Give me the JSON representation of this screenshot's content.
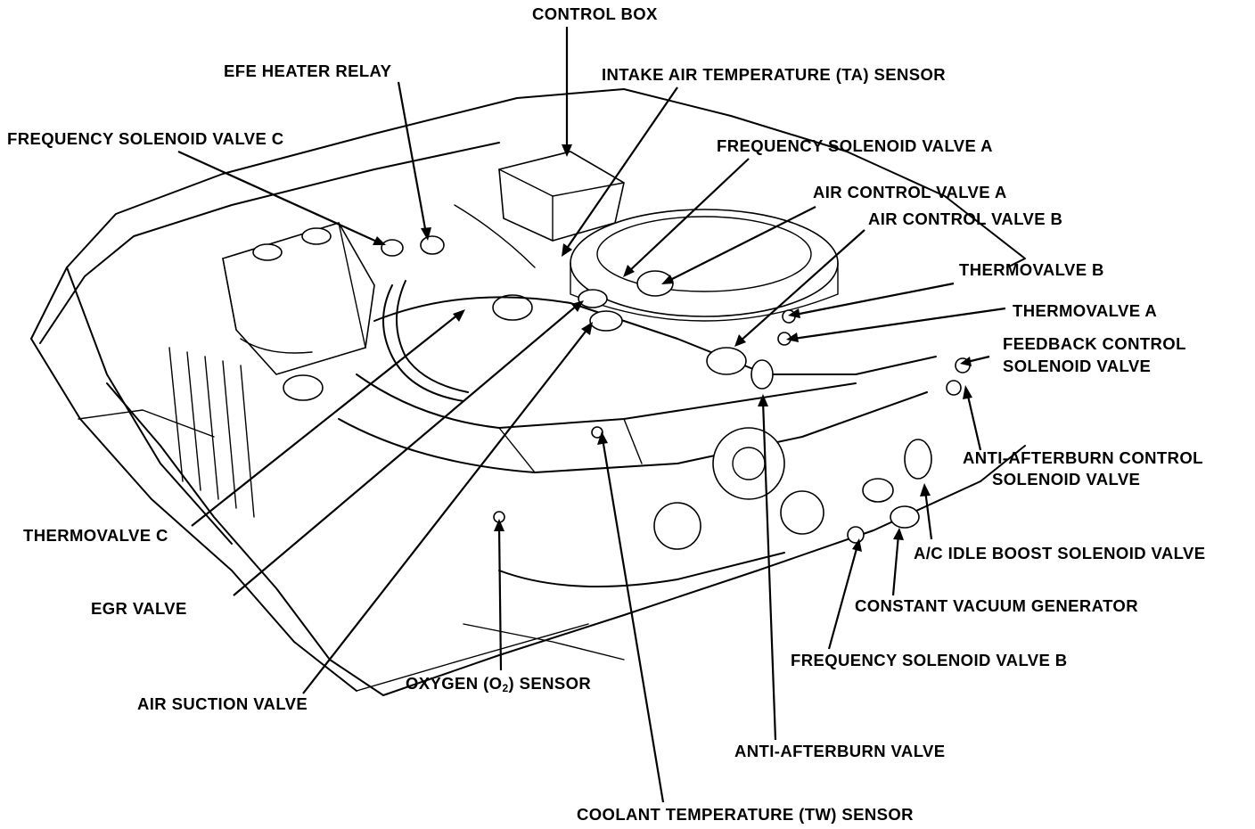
{
  "labels": {
    "control_box": "CONTROL BOX",
    "intake_air_temp_sensor": "INTAKE AIR TEMPERATURE (TA) SENSOR",
    "efe_heater_relay": "EFE HEATER RELAY",
    "frequency_solenoid_valve_c": "FREQUENCY SOLENOID VALVE C",
    "frequency_solenoid_valve_a": "FREQUENCY SOLENOID VALVE A",
    "air_control_valve_a": "AIR CONTROL VALVE A",
    "air_control_valve_b": "AIR CONTROL VALVE B",
    "thermovalve_b": "THERMOVALVE B",
    "thermovalve_a": "THERMOVALVE A",
    "feedback_control_line1": "FEEDBACK CONTROL",
    "feedback_control_line2": "SOLENOID VALVE",
    "anti_afterburn_control_line1": "ANTI-AFTERBURN CONTROL",
    "anti_afterburn_control_line2": "SOLENOID VALVE",
    "ac_idle_boost_solenoid_valve": "A/C IDLE BOOST SOLENOID VALVE",
    "constant_vacuum_generator": "CONSTANT VACUUM GENERATOR",
    "frequency_solenoid_valve_b": "FREQUENCY SOLENOID VALVE B",
    "thermovalve_c": "THERMOVALVE C",
    "egr_valve": "EGR VALVE",
    "air_suction_valve": "AIR SUCTION VALVE",
    "oxygen_sensor_prefix": "OXYGEN (O",
    "oxygen_sensor_subscript": "2",
    "oxygen_sensor_suffix": ") SENSOR",
    "anti_afterburn_valve": "ANTI-AFTERBURN VALVE",
    "coolant_temp_sensor": "COOLANT TEMPERATURE (TW) SENSOR"
  }
}
